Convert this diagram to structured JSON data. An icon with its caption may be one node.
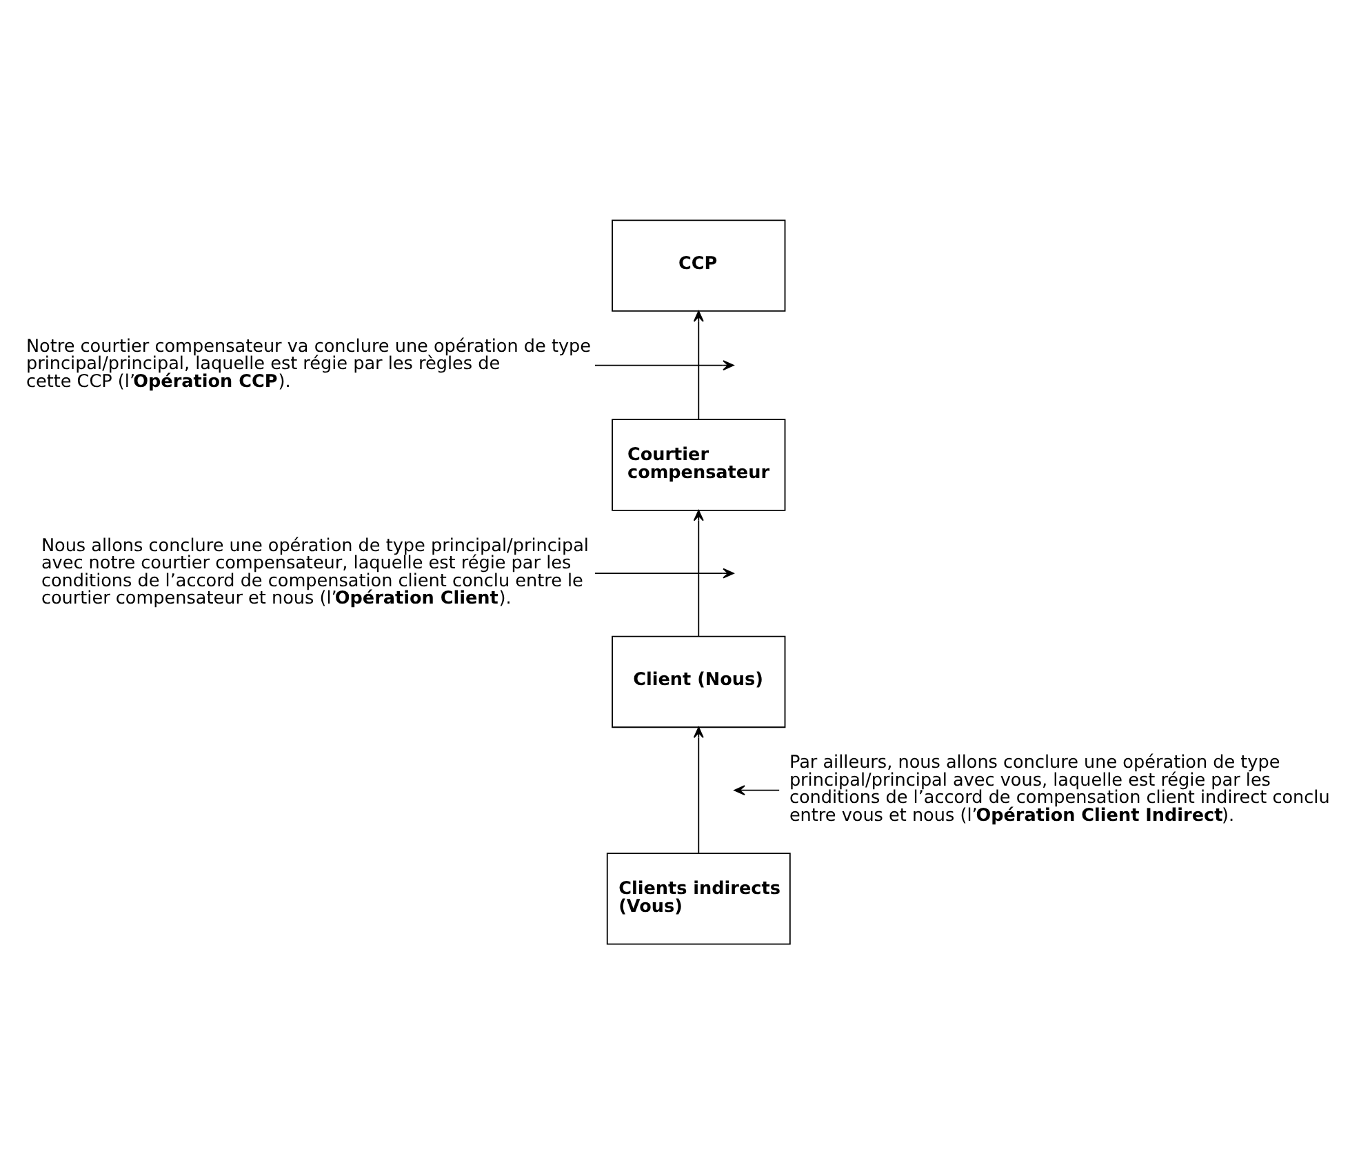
{
  "diagram": {
    "nodes": [
      {
        "text": [
          "CCP"
        ]
      },
      {
        "text": [
          "Courtier compensateur"
        ]
      },
      {
        "text": [
          "Client (Nous)"
        ]
      },
      {
        "text": [
          "Clients indirects (Vous)"
        ]
      },
      {
        "text": [
          "Notre courtier compensateur va conclure une opération de type principal/principal, laquelle est régie par les règles de cette CCP (l’**Opération CCP**)."
        ]
      },
      {
        "text": [
          "Nous allons conclure une opération de type principal/principal avec notre courtier compensateur, laquelle est régie par les conditions de l’accord de compensation client conclu entre le courtier compensateur et nous (l’**Opération Client**)."
        ]
      },
      {
        "text": [
          "Par ailleurs, nous allons conclure une opération de type principal/principal avec vous, laquelle est régie par les conditions de l’accord de compensation client indirect conclu entre vous et nous (l’**Opération Client Indirect**)."
        ]
      }
    ],
    "edges": [
      {
        "from": 3,
        "to": 2,
        "arrow": "to"
      },
      {
        "from": 2,
        "to": 1,
        "arrow": "to"
      },
      {
        "from": 1,
        "to": 0,
        "arrow": "to"
      },
      {
        "from": 4,
        "to": null,
        "arrow": "to"
      },
      {
        "from": 5,
        "to": null,
        "arrow": "to"
      },
      {
        "from": 6,
        "to": null,
        "arrow": "to"
      }
    ]
  }
}
